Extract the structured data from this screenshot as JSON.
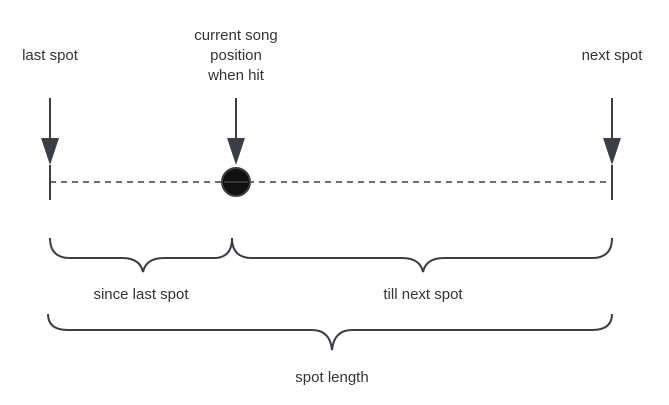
{
  "diagram": {
    "labels": {
      "last_spot": "last spot",
      "current_position": [
        "current song",
        "position",
        "when hit"
      ],
      "next_spot": "next spot",
      "since_last_spot": "since last spot",
      "till_next_spot": "till next spot",
      "spot_length": "spot length"
    },
    "colors": {
      "stroke": "#3b3f45",
      "text": "#333333",
      "marker_fill": "#111111"
    },
    "icons": {
      "markers": "down-arrow",
      "hit_point": "circle-with-crossbar"
    }
  }
}
